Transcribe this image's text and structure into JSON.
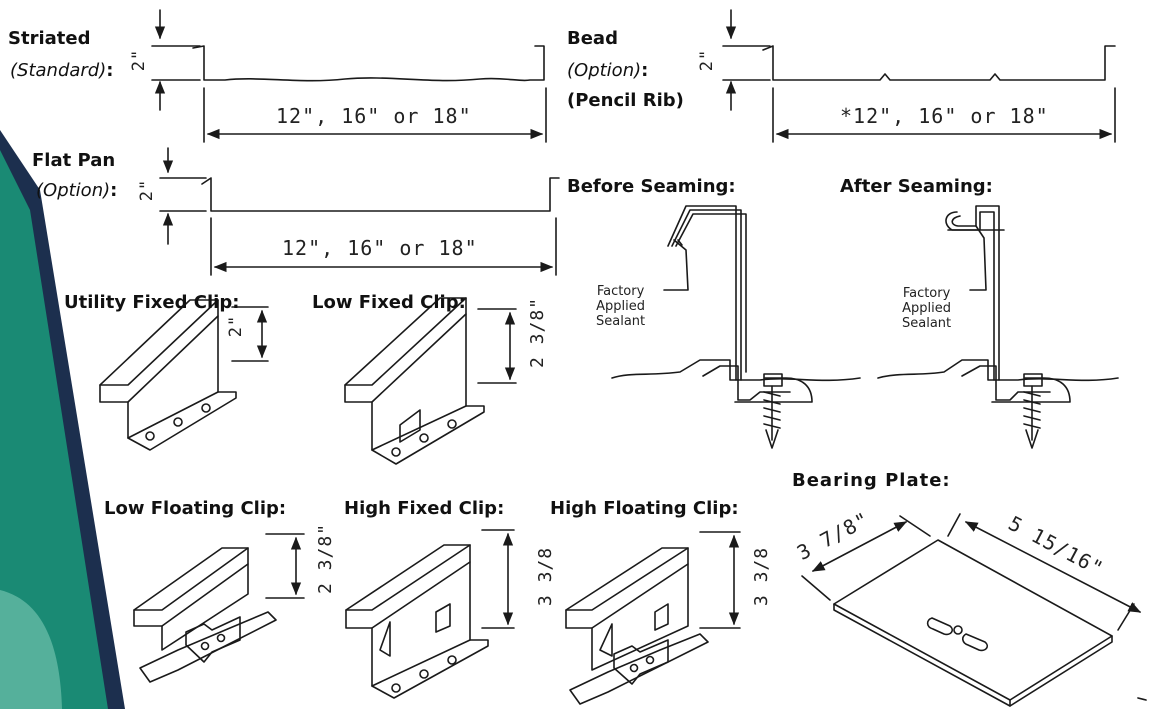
{
  "labels": {
    "striated": "Striated",
    "striated_sub": "(Standard)",
    "bead": "Bead",
    "bead_sub": "(Option)",
    "pencil_rib": "(Pencil Rib)",
    "flat_pan": "Flat Pan",
    "flat_pan_sub": "(Option)",
    "before_seaming": "Before Seaming:",
    "after_seaming": "After Seaming:",
    "utility_fixed_clip": "Utility Fixed Clip:",
    "low_fixed_clip": "Low Fixed Clip:",
    "low_floating_clip": "Low Floating Clip:",
    "high_fixed_clip": "High Fixed Clip:",
    "high_floating_clip": "High Floating Clip:",
    "bearing_plate": "Bearing Plate:",
    "colon": ":"
  },
  "dimensions": {
    "striated_width": "12\", 16\" or 18\"",
    "striated_height": "2\"",
    "bead_width": "*12\", 16\" or 18\"",
    "bead_height": "2\"",
    "flat_width": "12\", 16\" or 18\"",
    "flat_height": "2\"",
    "utility_clip_height": "2\"",
    "low_fixed_height": "2 3/8\"",
    "low_floating_height": "2 3/8\"",
    "high_fixed_height": "3 3/8",
    "high_floating_height": "3 3/8",
    "bearing_plate_a": "3 7/8\"",
    "bearing_plate_b": "5 15/16\""
  },
  "notes": {
    "sealant_before": "Factory\nApplied\nSealant",
    "sealant_after": "Factory\nApplied\nSealant"
  },
  "colors": {
    "teal": "#1a8a74",
    "navy": "#1c2f4e",
    "line": "#1a1a1a"
  }
}
